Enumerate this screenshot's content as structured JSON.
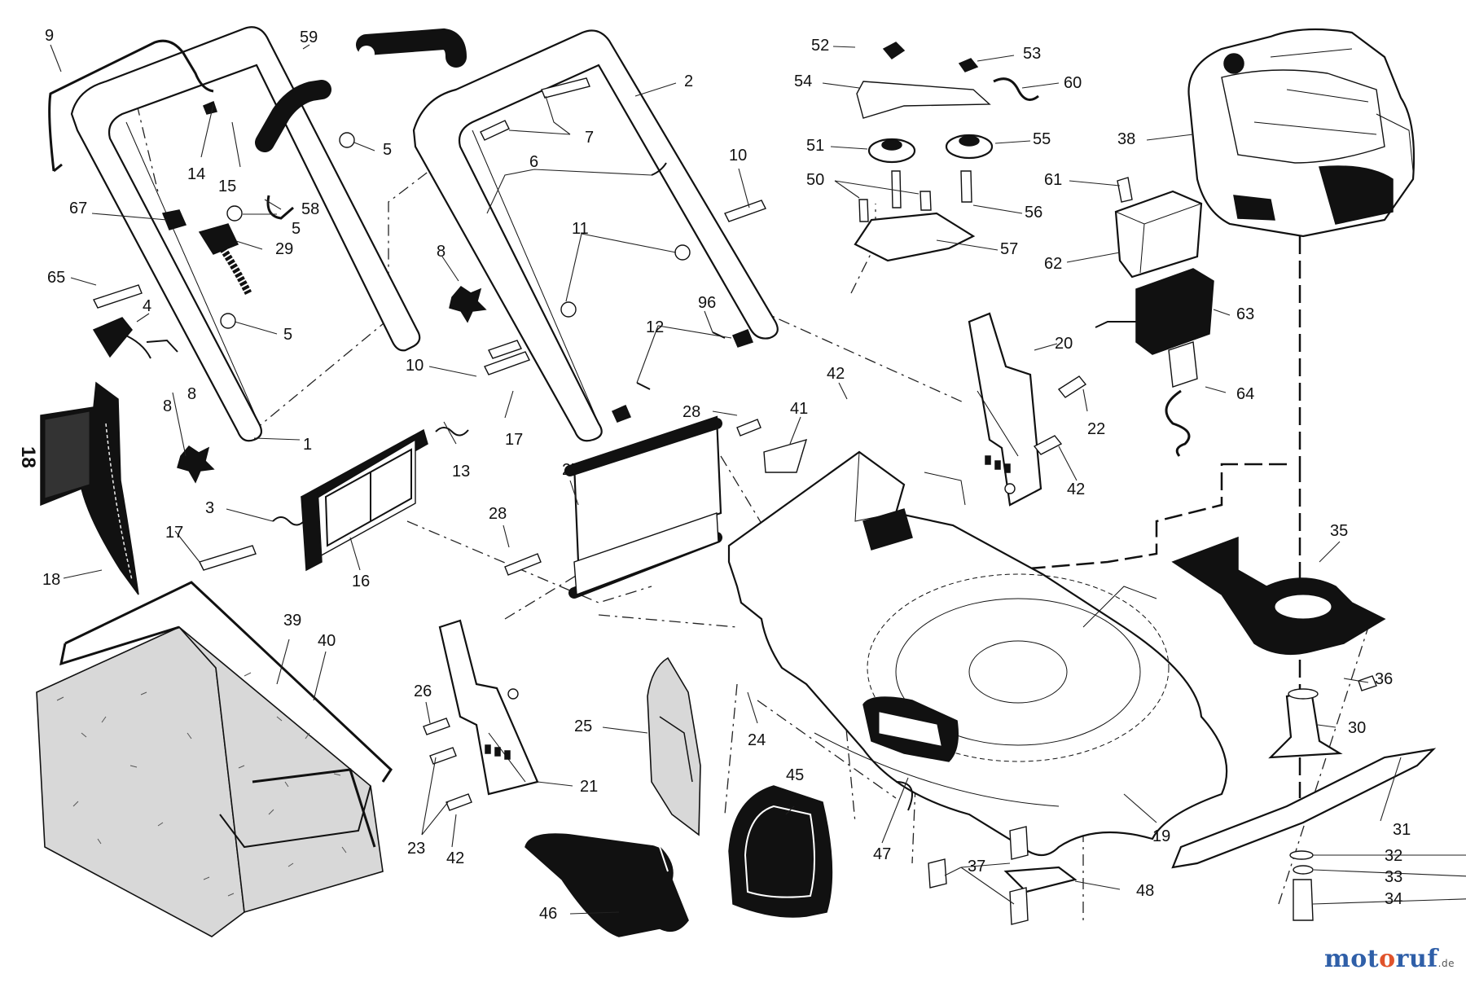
{
  "page_number": "18",
  "watermark": {
    "part1": "mot",
    "part2": "o",
    "part3": "ruf",
    "suffix": ".de"
  },
  "labels": [
    "9",
    "59",
    "2",
    "52",
    "53",
    "54",
    "60",
    "51",
    "55",
    "38",
    "50",
    "61",
    "56",
    "57",
    "62",
    "5",
    "7",
    "6",
    "14",
    "15",
    "58",
    "67",
    "5",
    "29",
    "65",
    "4",
    "5",
    "8",
    "10",
    "11",
    "96",
    "12",
    "63",
    "64",
    "20",
    "42",
    "22",
    "42",
    "10",
    "17",
    "13",
    "28",
    "41",
    "8",
    "8",
    "18",
    "3",
    "17",
    "16",
    "27",
    "28",
    "35",
    "39",
    "40",
    "26",
    "25",
    "24",
    "30",
    "36",
    "21",
    "45",
    "19",
    "31",
    "23",
    "42",
    "47",
    "32",
    "33",
    "34",
    "37",
    "48",
    "46",
    "1"
  ]
}
